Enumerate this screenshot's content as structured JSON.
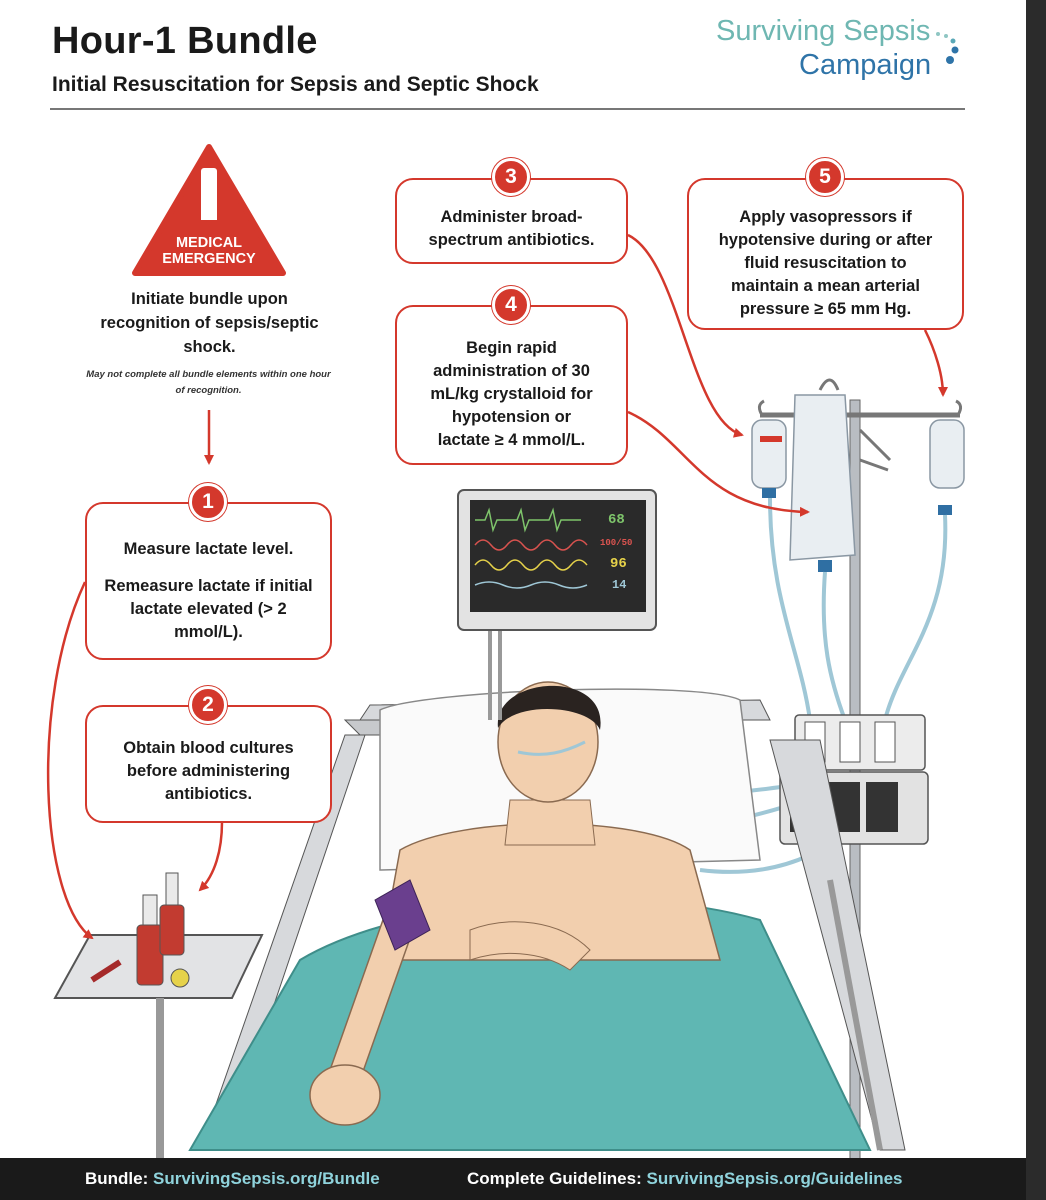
{
  "header": {
    "title": "Hour-1 Bundle",
    "subtitle": "Initial Resuscitation for Sepsis and Septic Shock"
  },
  "logo": {
    "line1": "Surviving Sepsis",
    "line2": "Campaign"
  },
  "warning": {
    "sign_line1": "MEDICAL",
    "sign_line2": "EMERGENCY",
    "text": "Initiate bundle upon recognition of sepsis/septic shock.",
    "note": "May not complete all bundle elements within one hour of recognition."
  },
  "steps": [
    {
      "number": "1",
      "lines": [
        "Measure lactate level.",
        "Remeasure lactate if initial lactate elevated (> 2 mmol/L)."
      ]
    },
    {
      "number": "2",
      "lines": [
        "Obtain blood cultures before administering antibiotics."
      ]
    },
    {
      "number": "3",
      "lines": [
        "Administer broad-spectrum antibiotics."
      ]
    },
    {
      "number": "4",
      "lines": [
        "Begin rapid administration of 30 mL/kg crystalloid for hypotension or lactate ≥ 4 mmol/L."
      ]
    },
    {
      "number": "5",
      "lines": [
        "Apply vasopressors if hypotensive during or after fluid resuscitation to maintain a mean arterial pressure ≥ 65 mm Hg."
      ]
    }
  ],
  "monitor": {
    "heart_rate": "68",
    "blood_pressure": "100/50",
    "spo2": "96",
    "resp_rate": "14"
  },
  "footer": {
    "bundle_label": "Bundle:",
    "bundle_link": "SurvivingSepsis.org/Bundle",
    "guidelines_label": "Complete Guidelines:",
    "guidelines_link": "SurvivingSepsis.org/Guidelines"
  },
  "colors": {
    "accent_red": "#d4382c",
    "sheet_teal": "#5fb7b3",
    "logo_teal": "#6fb7b2",
    "logo_blue": "#2f74a8",
    "link_cyan": "#8fd3dc"
  }
}
